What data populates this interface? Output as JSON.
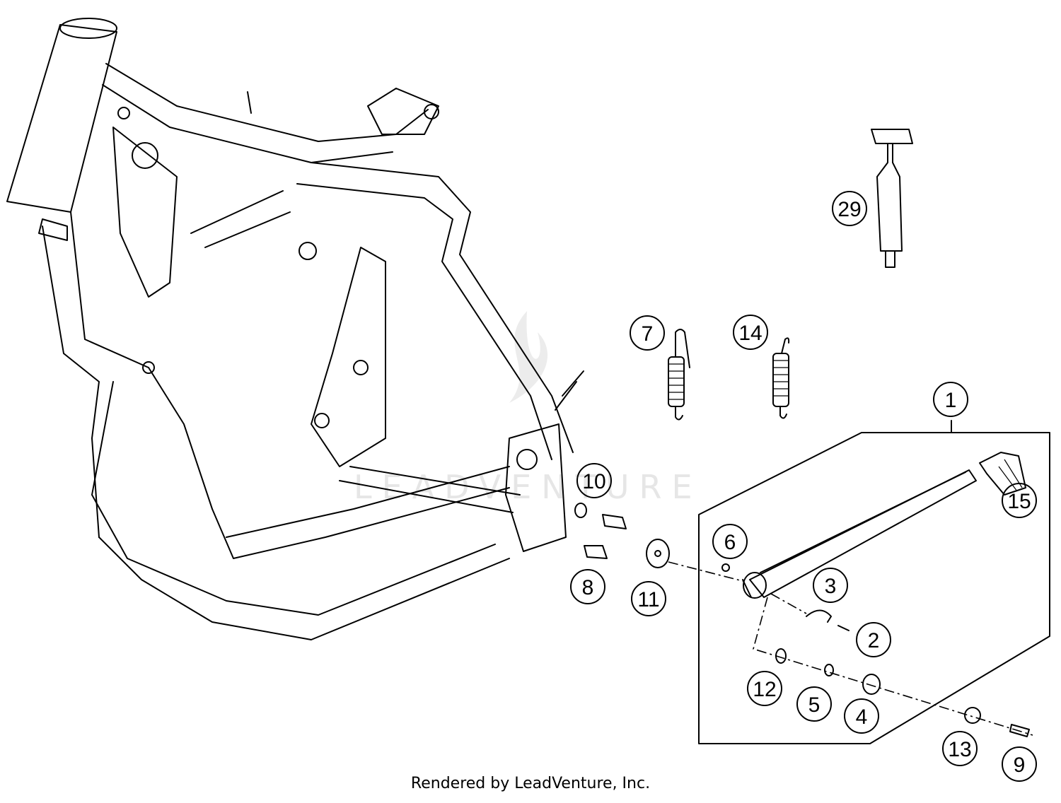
{
  "watermark": {
    "text": "LEADVENTURE",
    "icon": "flame-icon"
  },
  "footer": {
    "text": "Rendered by LeadVenture, Inc."
  },
  "callouts": {
    "c1": "1",
    "c2": "2",
    "c3": "3",
    "c4": "4",
    "c5": "5",
    "c6": "6",
    "c7": "7",
    "c8": "8",
    "c9": "9",
    "c10": "10",
    "c11": "11",
    "c12": "12",
    "c13": "13",
    "c14": "14",
    "c15": "15",
    "c29": "29"
  }
}
